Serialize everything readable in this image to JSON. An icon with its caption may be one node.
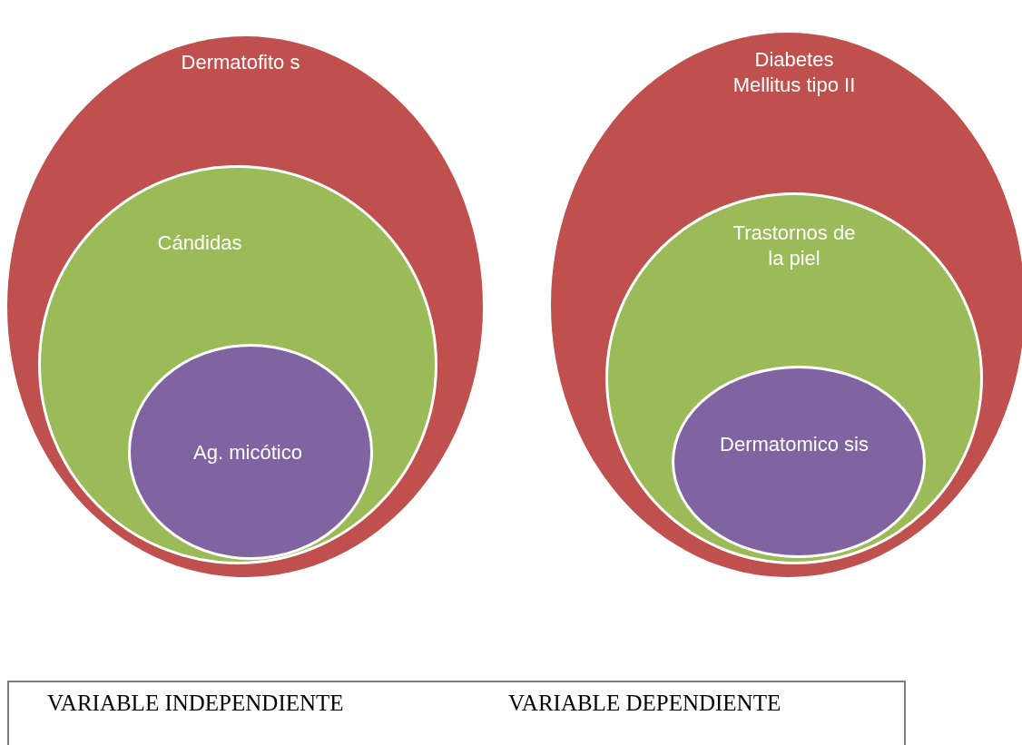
{
  "diagram": {
    "nodes": [
      {
        "text": [
          "Dermatofito s"
        ]
      },
      {
        "text": [
          "Cándidas"
        ],
        "in": 0
      },
      {
        "text": [
          "Ag. micótico"
        ],
        "in": 1
      },
      {
        "text": [
          "Diabetes Mellitus tipo II"
        ]
      },
      {
        "text": [
          "Trastornos de la piel"
        ],
        "in": 3
      },
      {
        "text": [
          "Dermatomico sis"
        ],
        "in": 4
      },
      {
        "text": [
          "VARIABLE INDEPENDIENTE",
          "VARIABLE DEPENDIENTE"
        ]
      }
    ]
  }
}
